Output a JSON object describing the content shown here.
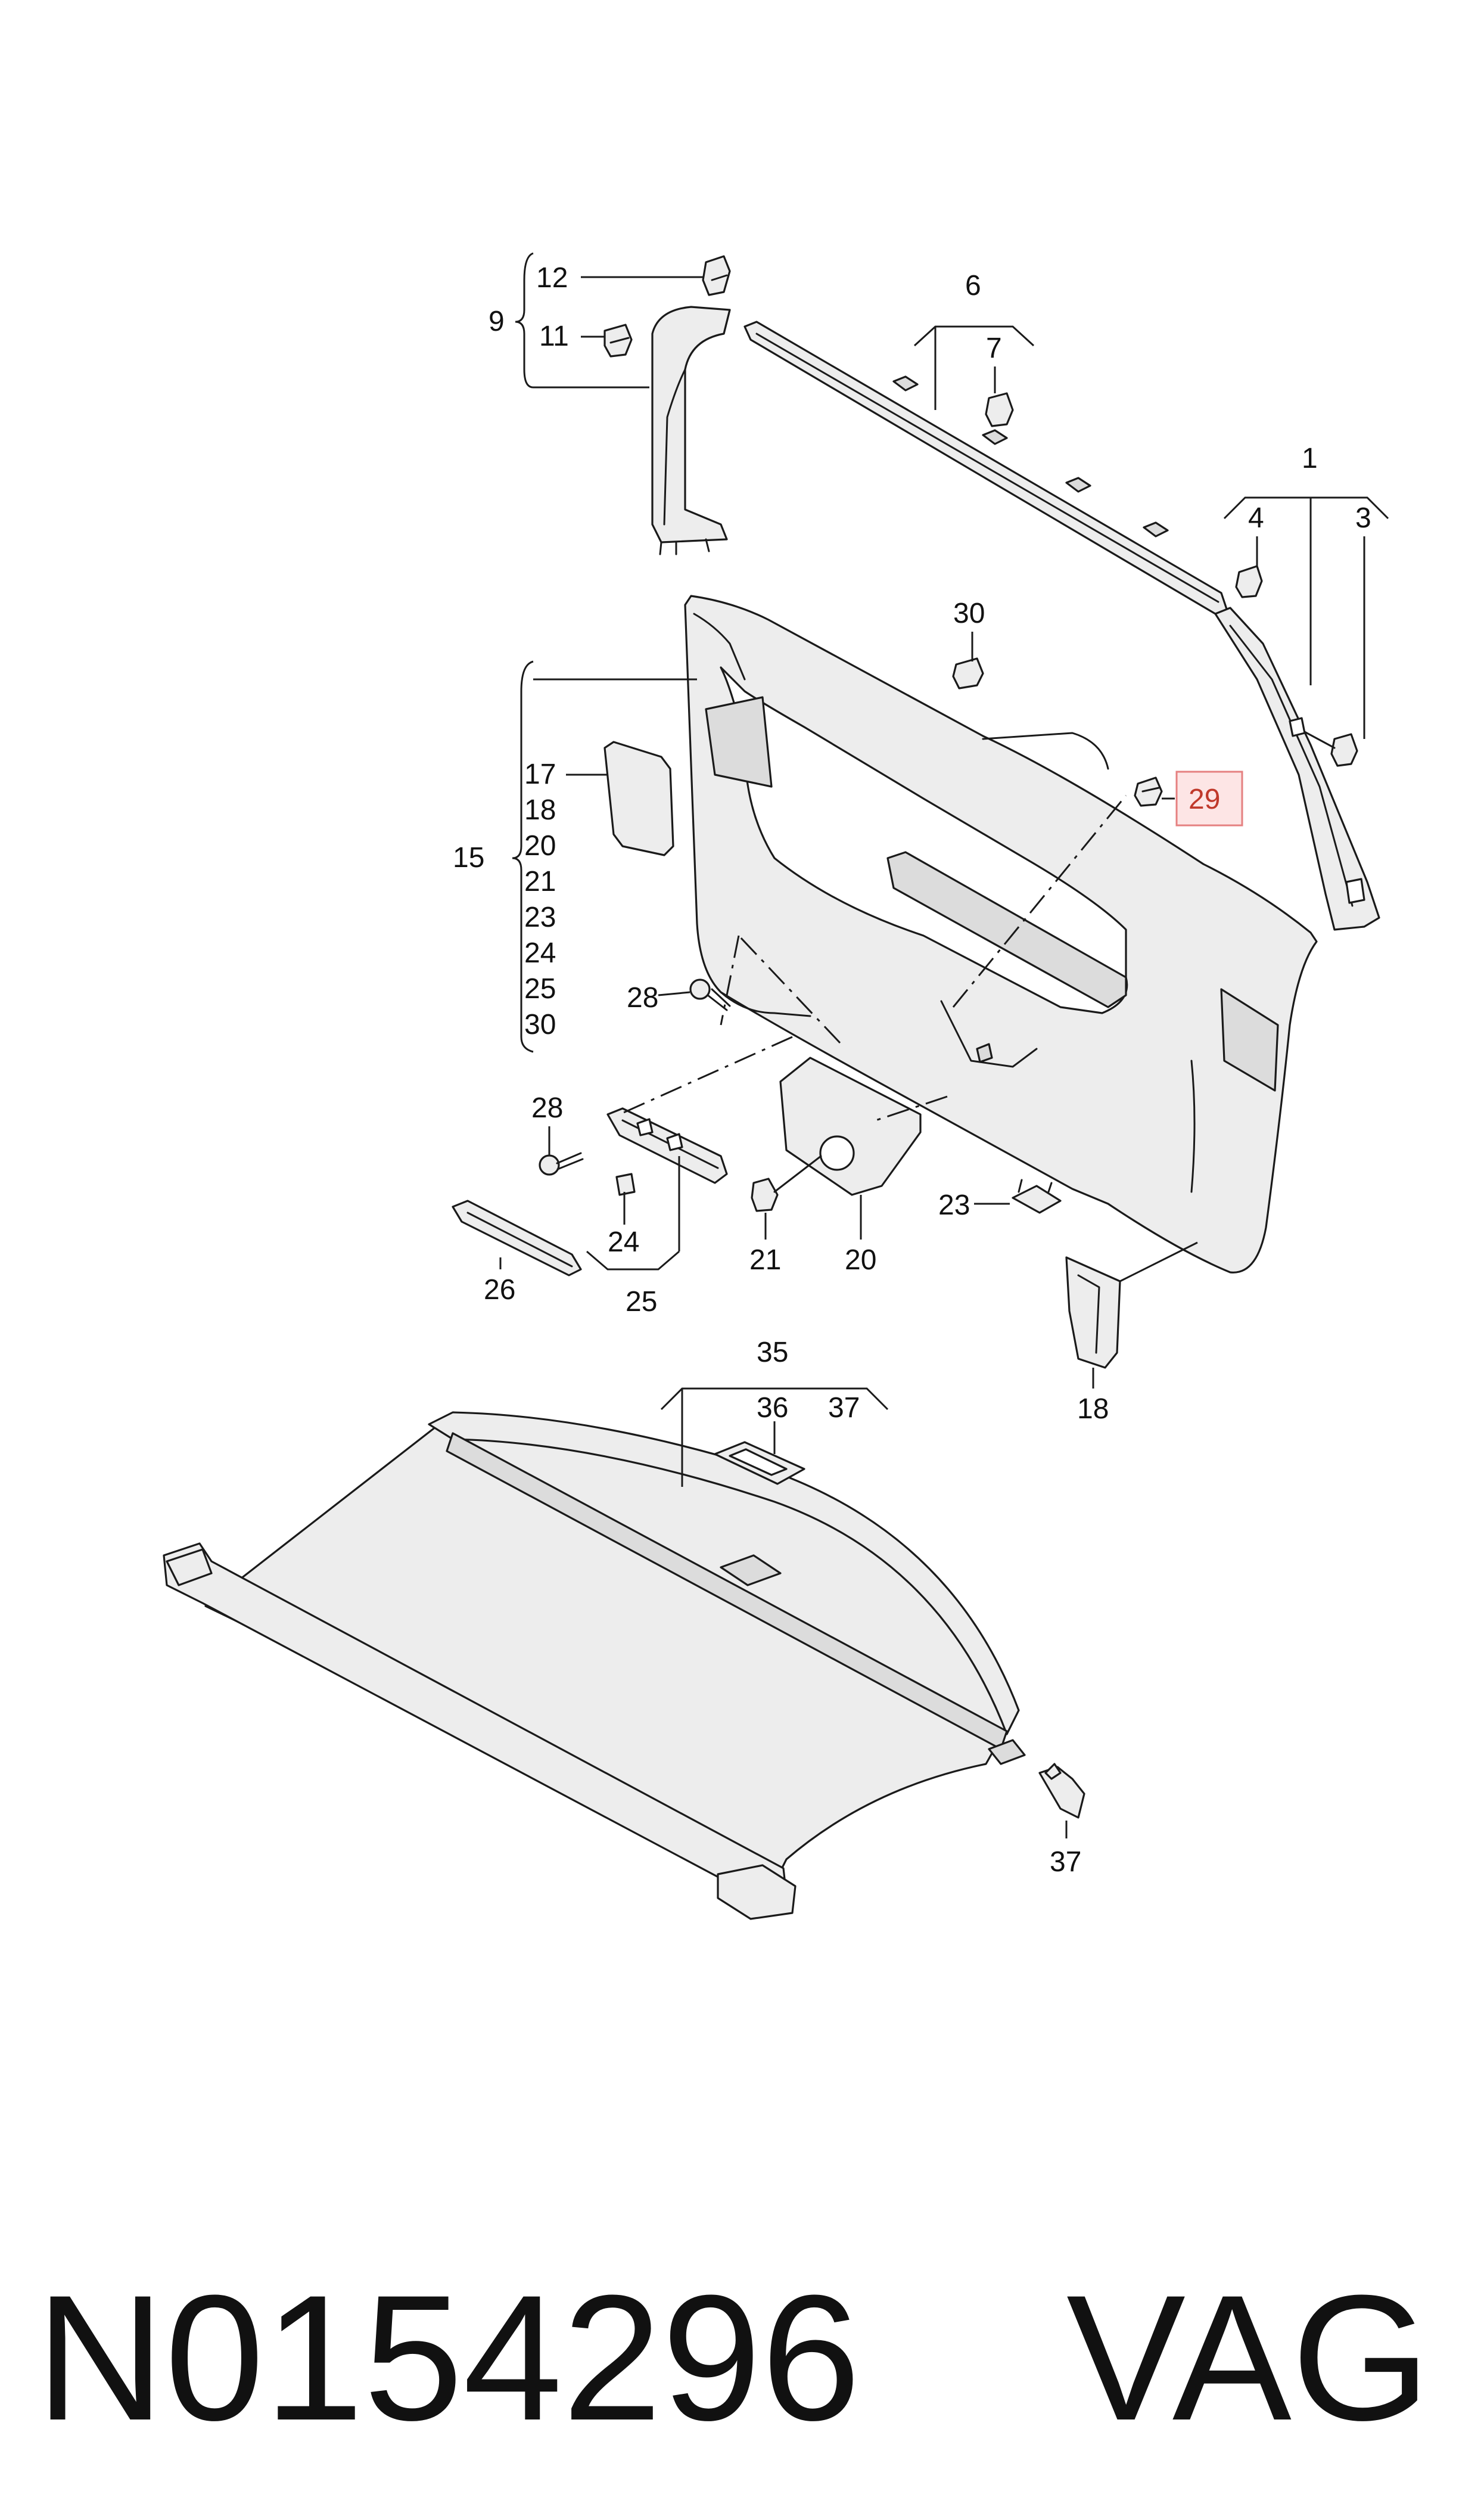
{
  "diagram": {
    "part_number": "N0154296",
    "brand": "VAG",
    "callouts": {
      "c1": "1",
      "c3": "3",
      "c4": "4",
      "c6": "6",
      "c7": "7",
      "c9": "9",
      "c11": "11",
      "c12": "12",
      "c15": "15",
      "g17": "17",
      "g18": "18",
      "g20": "20",
      "g21": "21",
      "g23": "23",
      "g24": "24",
      "g25": "25",
      "g30": "30",
      "c18": "18",
      "c20": "20",
      "c21": "21",
      "c23": "23",
      "c24": "24",
      "c25": "25",
      "c26": "26",
      "c28a": "28",
      "c28b": "28",
      "c29": "29",
      "c30": "30",
      "c35": "35",
      "c36": "36",
      "c37a": "37",
      "c37b": "37"
    },
    "highlighted_callout": "29",
    "highlight_color": "#fde5e5",
    "highlight_border_color": "#e58080"
  }
}
